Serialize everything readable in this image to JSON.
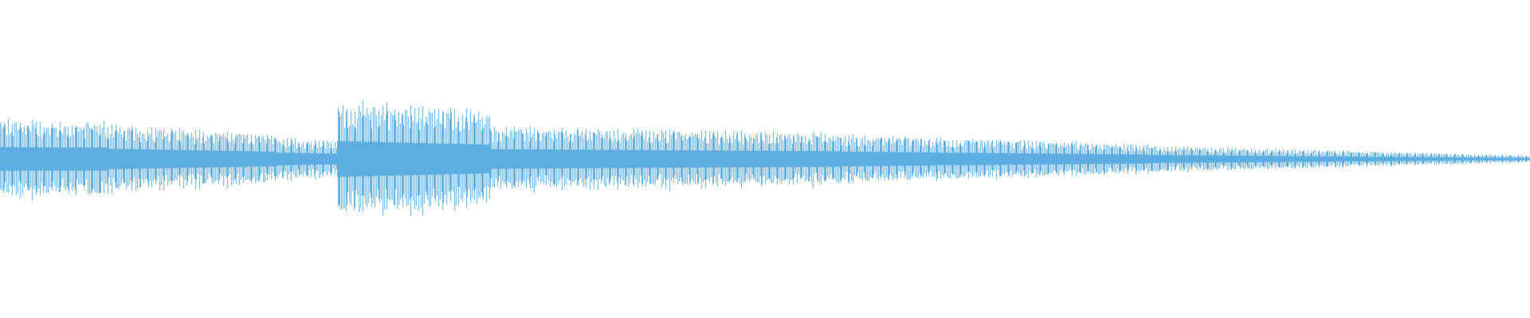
{
  "waveform": {
    "color": "#5dade2",
    "background": "#ffffff",
    "envelope_segments": [
      {
        "from": 0.0,
        "to": 0.07,
        "amp_start": 0.58,
        "amp_end": 0.56
      },
      {
        "from": 0.07,
        "to": 0.18,
        "amp_start": 0.5,
        "amp_end": 0.36
      },
      {
        "from": 0.18,
        "to": 0.22,
        "amp_start": 0.32,
        "amp_end": 0.26
      },
      {
        "from": 0.22,
        "to": 0.32,
        "amp_start": 0.88,
        "amp_end": 0.7
      },
      {
        "from": 0.32,
        "to": 0.55,
        "amp_start": 0.48,
        "amp_end": 0.38
      },
      {
        "from": 0.55,
        "to": 0.75,
        "amp_start": 0.36,
        "amp_end": 0.22
      },
      {
        "from": 0.75,
        "to": 1.0,
        "amp_start": 0.2,
        "amp_end": 0.05
      }
    ],
    "core_fraction": 0.32,
    "cycles": 900
  }
}
